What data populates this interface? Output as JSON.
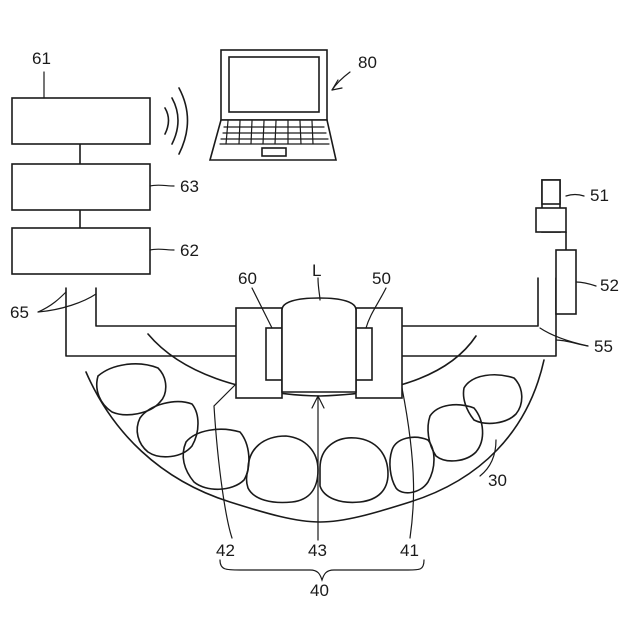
{
  "labels": {
    "l61": "61",
    "l80": "80",
    "l63": "63",
    "l62": "62",
    "l51": "51",
    "l52": "52",
    "l65": "65",
    "l60": "60",
    "lL": "L",
    "l50": "50",
    "l55": "55",
    "l30": "30",
    "l42": "42",
    "l43": "43",
    "l41": "41",
    "l40": "40"
  }
}
